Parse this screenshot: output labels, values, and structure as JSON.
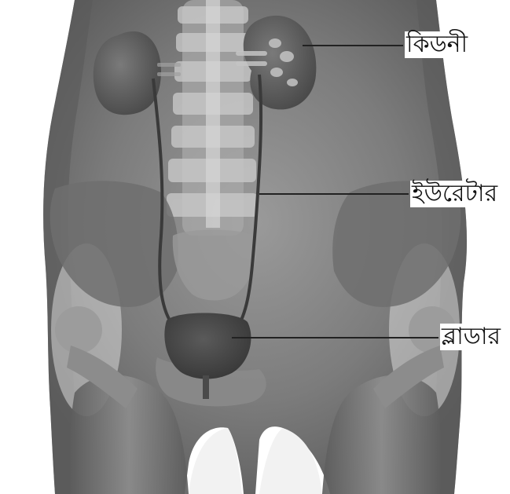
{
  "labels": {
    "kidney": "কিডনী",
    "ureter": "ইউরেটার",
    "bladder": "ব্লাডার"
  },
  "colors": {
    "background": "#ffffff",
    "body_tone": "#8a8a8a",
    "organ_tone": "#4f4f4f",
    "bone_tone": "#b8b8b8",
    "leader_line": "#222222",
    "text": "#111111"
  }
}
